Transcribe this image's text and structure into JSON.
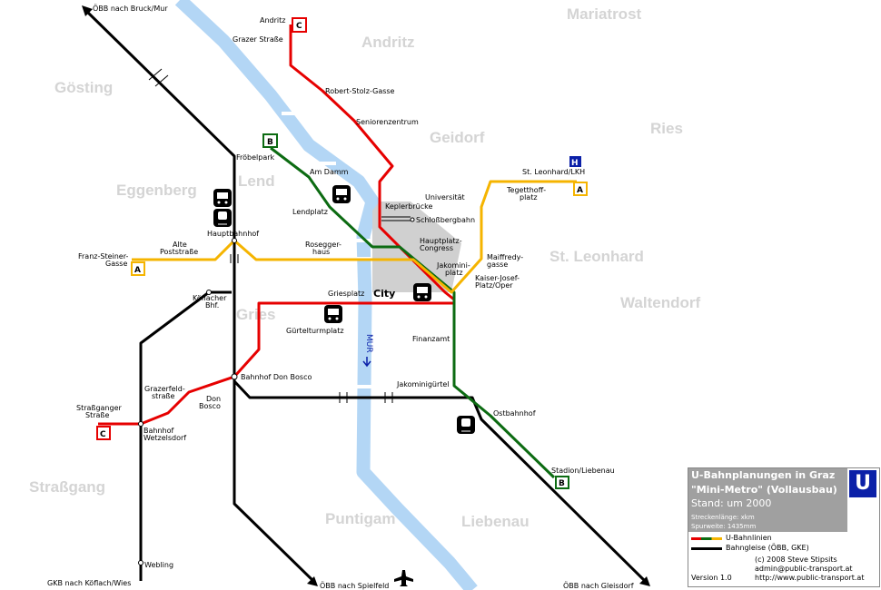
{
  "districts": [
    {
      "name": "Mariatrost"
    },
    {
      "name": "Andritz"
    },
    {
      "name": "Gösting"
    },
    {
      "name": "Geidorf"
    },
    {
      "name": "Ries"
    },
    {
      "name": "Eggenberg"
    },
    {
      "name": "Lend"
    },
    {
      "name": "St. Leonhard"
    },
    {
      "name": "Waltendorf"
    },
    {
      "name": "Gries"
    },
    {
      "name": "Straßgang"
    },
    {
      "name": "Puntigam"
    },
    {
      "name": "Liebenau"
    }
  ],
  "river": {
    "name": "MUR"
  },
  "city_label": "City",
  "stations": {
    "andritz": "Andritz",
    "grazer_strasse": "Grazer Straße",
    "robert_stolz": "Robert-Stolz-Gasse",
    "seniorenzentrum": "Seniorenzentrum",
    "froebelpark": "Fröbelpark",
    "am_damm": "Am Damm",
    "lendplatz": "Lendplatz",
    "hauptbahnhof": "Hauptbahnhof",
    "alte_poststrasse_1": "Alte",
    "alte_poststrasse_2": "Poststraße",
    "franz_steiner_1": "Franz-Steiner-",
    "franz_steiner_2": "Gasse",
    "rosegger_1": "Rosegger-",
    "rosegger_2": "haus",
    "keplerbruecke": "Keplerbrücke",
    "schlossbergbahn": "Schloßbergbahn",
    "hauptplatz_1": "Hauptplatz-",
    "hauptplatz_2": "Congress",
    "jakomini_1": "Jakomini-",
    "jakomini_2": "platz",
    "universitaet": "Universität",
    "st_leonhard_lkh": "St. Leonhard/LKH",
    "tegetthoff_1": "Tegetthoff-",
    "tegetthoff_2": "platz",
    "maiffredy_1": "Maiffredy-",
    "maiffredy_2": "gasse",
    "kaiser_josef_1": "Kaiser-Josef-",
    "kaiser_josef_2": "Platz/Oper",
    "koeflacher_1": "Köflacher",
    "koeflacher_2": "Bhf.",
    "griesplatz": "Griesplatz",
    "guertelturmplatz": "Gürtelturmplatz",
    "finanzamt": "Finanzamt",
    "bahnhof_don_bosco": "Bahnhof Don Bosco",
    "don_bosco_1": "Don",
    "don_bosco_2": "Bosco",
    "grazerfeld_1": "Grazerfeld-",
    "grazerfeld_2": "straße",
    "strassganger_1": "Straßganger",
    "strassganger_2": "Straße",
    "wetzelsdorf_1": "Bahnhof",
    "wetzelsdorf_2": "Wetzelsdorf",
    "jakominiguertel": "Jakominigürtel",
    "ostbahnhof": "Ostbahnhof",
    "stadion_liebenau": "Stadion/Liebenau",
    "webling": "Webling"
  },
  "rail_destinations": {
    "bruck": "ÖBB nach Bruck/Mur",
    "koeflach": "GKB nach Köflach/Wies",
    "spielfeld": "ÖBB nach Spielfeld",
    "gleisdorf": "ÖBB nach Gleisdorf"
  },
  "line_badges": {
    "a": "A",
    "b": "B",
    "c": "C",
    "h": "H"
  },
  "colors": {
    "line_a": "#f5b400",
    "line_b": "#0c6b12",
    "line_c": "#e60000",
    "rail": "#000000",
    "river": "#b3d6f5",
    "district": "#d4d4d4",
    "city_area": "#d0d0d0",
    "legend_header": "#a0a0a0",
    "u_badge": "#0b20a8"
  },
  "legend": {
    "title": "U-Bahnplanungen in Graz",
    "subtitle": "\"Mini-Metro\" (Vollausbau)",
    "status": "Stand: um 2000",
    "length": "Streckenlänge: xkm",
    "gauge": "Spurweite: 1435mm",
    "u_badge": "U",
    "legend_u_lines": "U-Bahnlinien",
    "legend_rail": "Bahngleise (ÖBB, GKE)",
    "version": "Version 1.0",
    "copyright": "(c) 2008 Steve Stipsits",
    "email": "admin@public-transport.at",
    "url": "http://www.public-transport.at"
  }
}
